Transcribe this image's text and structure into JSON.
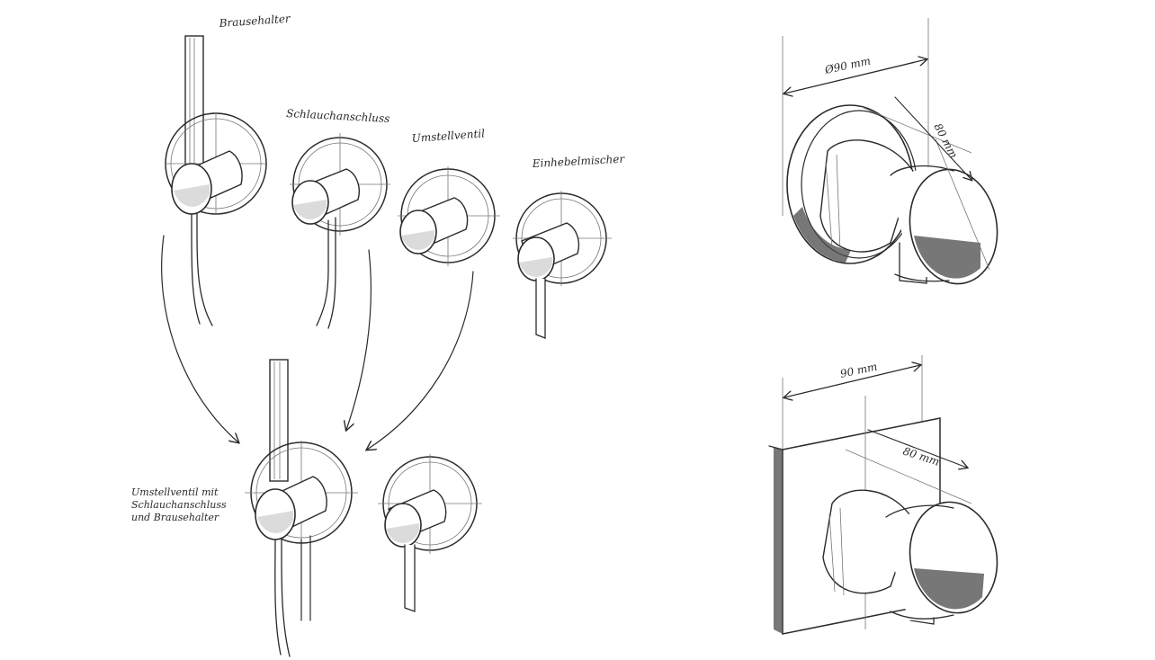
{
  "labels": {
    "brausehalter": "Brausehalter",
    "schlauchanschluss": "Schlauchanschluss",
    "umstellventil": "Umstellventil",
    "einhebelmischer": "Einhebelmischer",
    "combined_line1": "Umstellventil mit",
    "combined_line2": "Schlauchanschluss",
    "combined_line3": "und Brausehalter"
  },
  "dimensions": {
    "round_diameter": "Ø90 mm",
    "round_depth": "80 mm",
    "square_width": "90 mm",
    "square_depth": "80 mm"
  }
}
